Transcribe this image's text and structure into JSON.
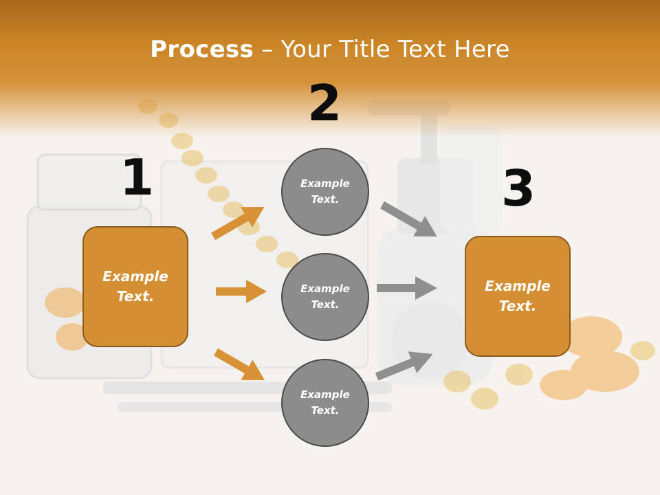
{
  "title": {
    "bold": "Process",
    "dash": " – ",
    "rest": "Your Title Text Here"
  },
  "steps": {
    "step1_number": "1",
    "step2_number": "2",
    "step3_number": "3"
  },
  "left_box": {
    "line1": "Example",
    "line2": "Text."
  },
  "circles": [
    {
      "line1": "Example",
      "line2": "Text."
    },
    {
      "line1": "Example",
      "line2": "Text."
    },
    {
      "line1": "Example",
      "line2": "Text."
    }
  ],
  "right_box": {
    "line1": "Example",
    "line2": "Text."
  },
  "colors": {
    "accent_orange": "#d48f33",
    "box_border": "#8a5a1c",
    "circle_gray": "#8c8c8c",
    "circle_border": "#4a4a4a",
    "arrow_orange": "#d99135",
    "arrow_gray": "#8f8f8f",
    "header_band": "#c98426"
  }
}
